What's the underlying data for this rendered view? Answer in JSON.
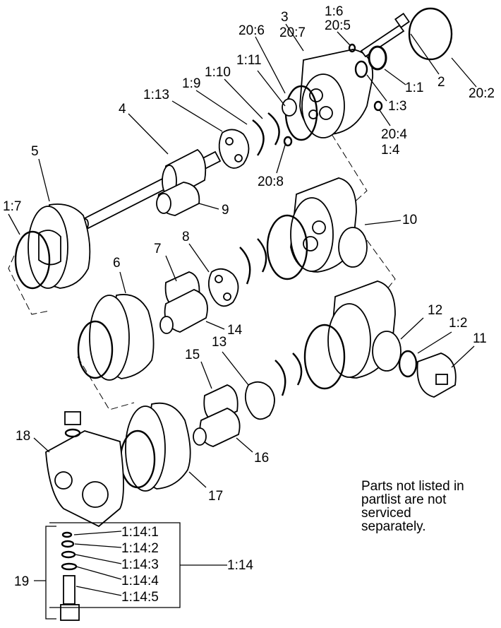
{
  "diagram": {
    "labels": {
      "p1_1": "1:1",
      "p1_2": "1:2",
      "p1_3": "1:3",
      "p1_4": "1:4",
      "p1_6": "1:6",
      "p1_7": "1:7",
      "p1_9": "1:9",
      "p1_10": "1:10",
      "p1_11": "1:11",
      "p1_13": "1:13",
      "p1_14": "1:14",
      "p1_14_1": "1:14:1",
      "p1_14_2": "1:14:2",
      "p1_14_3": "1:14:3",
      "p1_14_4": "1:14:4",
      "p1_14_5": "1:14:5",
      "p2": "2",
      "p3": "3",
      "p4": "4",
      "p5": "5",
      "p6": "6",
      "p7": "7",
      "p8": "8",
      "p9": "9",
      "p10": "10",
      "p11": "11",
      "p12": "12",
      "p13": "13",
      "p14": "14",
      "p15": "15",
      "p16": "16",
      "p17": "17",
      "p18": "18",
      "p19": "19",
      "p20_2": "20:2",
      "p20_4": "20:4",
      "p20_5": "20:5",
      "p20_6": "20:6",
      "p20_7": "20:7",
      "p20_8": "20:8"
    },
    "note": [
      "Parts not listed in",
      "partlist are not",
      "serviced",
      "separately."
    ]
  }
}
